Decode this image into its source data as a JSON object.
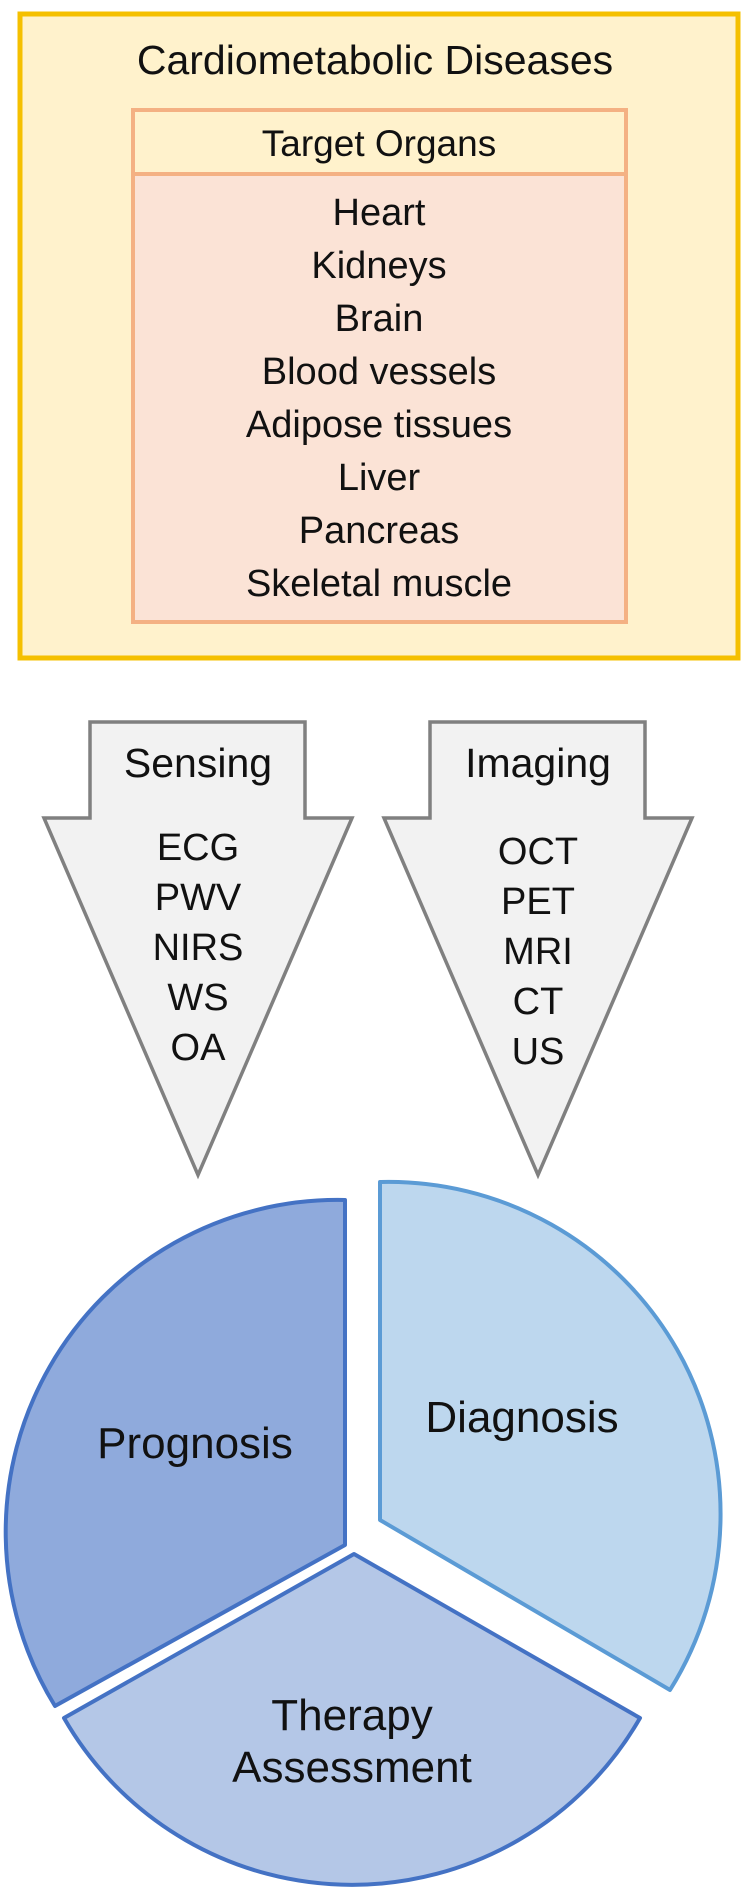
{
  "title": "Cardiometabolic Diseases",
  "organs": {
    "header": "Target Organs",
    "items": [
      "Heart",
      "Kidneys",
      "Brain",
      "Blood vessels",
      "Adipose tissues",
      "Liver",
      "Pancreas",
      "Skeletal muscle"
    ]
  },
  "sensing": {
    "label": "Sensing",
    "items": [
      "ECG",
      "PWV",
      "NIRS",
      "WS",
      "OA"
    ]
  },
  "imaging": {
    "label": "Imaging",
    "items": [
      "OCT",
      "PET",
      "MRI",
      "CT",
      "US"
    ]
  },
  "outcomes": {
    "prognosis": "Prognosis",
    "diagnosis": "Diagnosis",
    "therapy_line1": "Therapy",
    "therapy_line2": "Assessment"
  },
  "colors": {
    "outer_fill": "#FFF2CC",
    "outer_border": "#F5C000",
    "organ_fill": "#FBE3D6",
    "organ_border": "#F4B183",
    "arrow_fill": "#F2F2F2",
    "arrow_border": "#808080",
    "prognosis_fill": "#8FAADC",
    "prognosis_border": "#4472C4",
    "diagnosis_fill": "#BDD7EE",
    "diagnosis_border": "#5B9BD5",
    "therapy_fill": "#B4C7E7",
    "therapy_border": "#4472C4"
  }
}
